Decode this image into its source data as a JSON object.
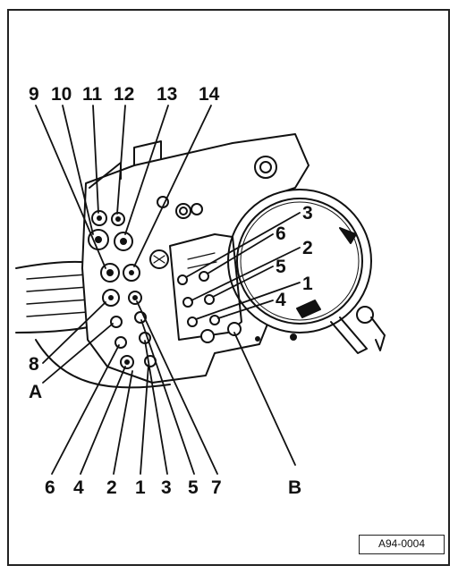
{
  "figure_ref": "A94-0004",
  "callouts_top": [
    "9",
    "10",
    "11",
    "12",
    "13",
    "14"
  ],
  "callouts_right": [
    "3",
    "6",
    "2",
    "5",
    "1",
    "4"
  ],
  "callouts_left": [
    "8",
    "A"
  ],
  "callouts_bottom": [
    "6",
    "4",
    "2",
    "1",
    "3",
    "5",
    "7",
    "B"
  ],
  "colors": {
    "ink": "#111111",
    "background": "#ffffff"
  }
}
